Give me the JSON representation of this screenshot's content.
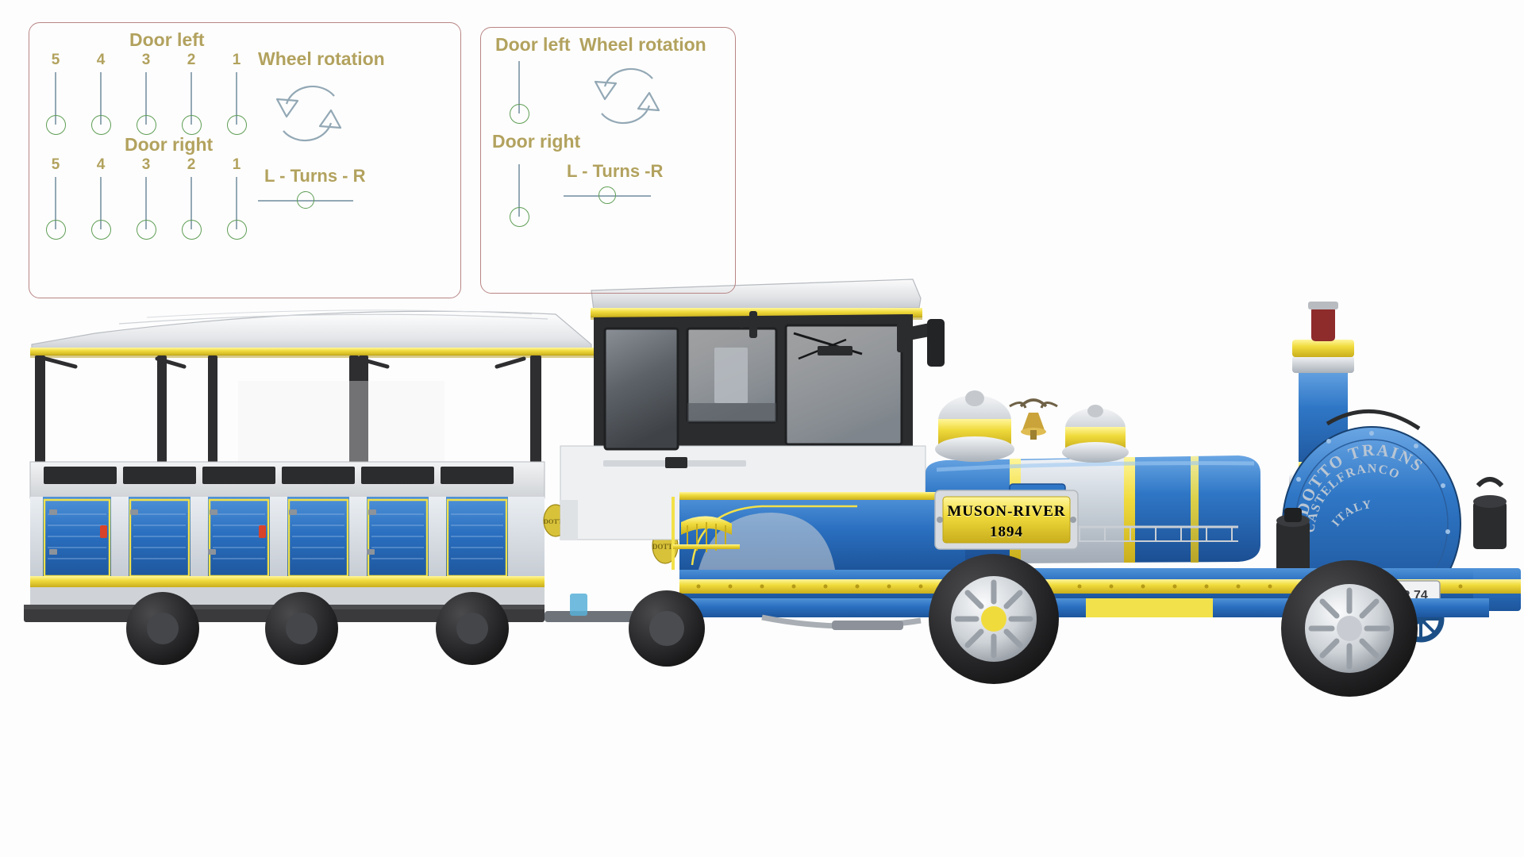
{
  "panels": [
    {
      "id": "panel-left",
      "door_left_label": "Door left",
      "door_right_label": "Door right",
      "wheel_rotation_label": "Wheel rotation",
      "turns_label": "L - Turns - R",
      "door_left_numbers": [
        "5",
        "4",
        "3",
        "2",
        "1"
      ],
      "door_right_numbers": [
        "5",
        "4",
        "3",
        "2",
        "1"
      ],
      "wheel_rotation_icon": "circular-double-arrow-icon",
      "turns_value_pct": 50
    },
    {
      "id": "panel-right",
      "door_left_label": "Door left",
      "door_right_label": "Door right",
      "wheel_rotation_label": "Wheel rotation",
      "turns_label": "L - Turns -R",
      "door_left_numbers": [],
      "door_right_numbers": [],
      "wheel_rotation_icon": "circular-double-arrow-icon",
      "turns_value_pct": 50
    }
  ],
  "colors": {
    "panel_border": "#b98585",
    "label_gold": "#b2a25e",
    "slider_track": "#93a8b5",
    "slider_knob": "#5f9e55",
    "body_blue": "#2a6fc0",
    "trim_yellow": "#f2e14a",
    "roof_white": "#e9eaec",
    "chassis_dark": "#3a3a3c",
    "metal_silver": "#c8ccd2"
  },
  "train": {
    "nameplate": {
      "name": "MUSON-RIVER",
      "year": "1894"
    },
    "front_logo": {
      "line1": "DOTTO TRAINS",
      "line2": "CASTELFRANCO",
      "line3": "ITALY"
    },
    "license_plate": "8359 ZR 74",
    "carriage_badge": "DOTTO",
    "coupler_badge": "DOTTO"
  }
}
